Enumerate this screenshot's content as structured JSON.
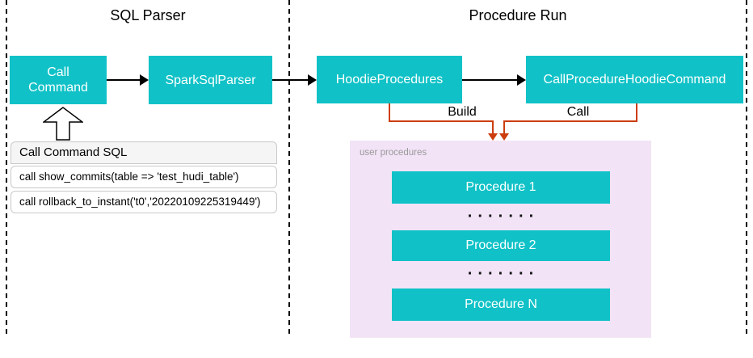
{
  "diagram": {
    "sections": {
      "sql_parser": {
        "title": "SQL Parser"
      },
      "procedure_run": {
        "title": "Procedure Run"
      }
    },
    "nodes": {
      "call_command": "Call Command",
      "spark_sql_parser": "SparkSqlParser",
      "hoodie_procedures": "HoodieProcedures",
      "call_procedure_hoodie_command": "CallProcedureHoodieCommand"
    },
    "edges": {
      "build_label": "Build",
      "call_label": "Call"
    },
    "sql_table": {
      "header": "Call Command SQL",
      "rows": [
        "call show_commits(table => 'test_hudi_table')",
        "call rollback_to_instant('t0','20220109225319449')"
      ]
    },
    "procedure_panel": {
      "label": "user procedures",
      "items": [
        "Procedure 1",
        "Procedure 2",
        "Procedure N"
      ],
      "separator": "·······"
    },
    "colors": {
      "teal": "#10c2c7",
      "orange": "#cc3d0e",
      "panel_pink": "#f2e3f6"
    }
  }
}
